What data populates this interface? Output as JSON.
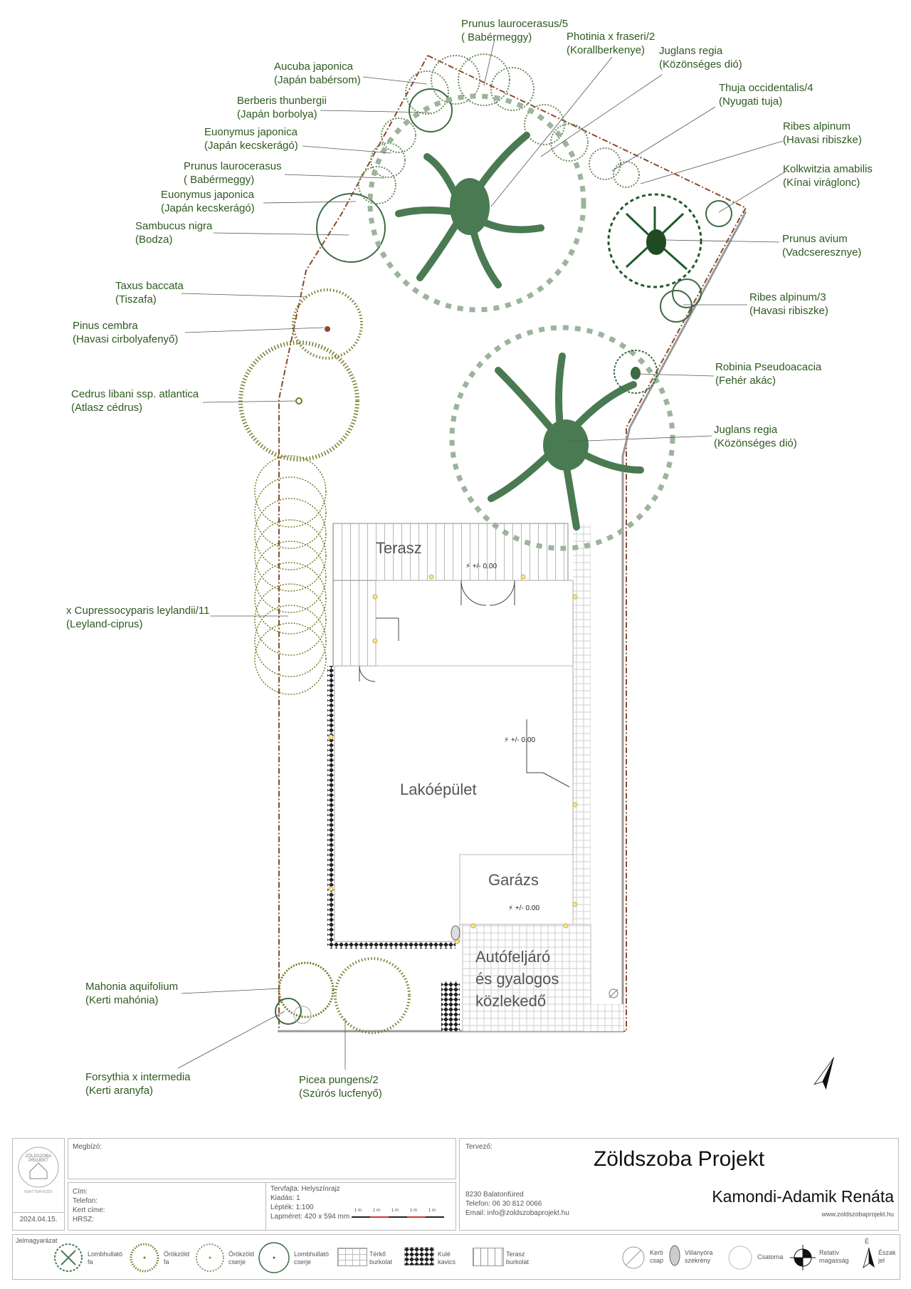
{
  "plants": [
    {
      "latin": "Prunus laurocerasus/5",
      "common": "( Babérmeggy)"
    },
    {
      "latin": "Photinia x fraseri/2",
      "common": "(Korallberkenye)"
    },
    {
      "latin": "Juglans regia",
      "common": "(Közönséges dió)"
    },
    {
      "latin": "Aucuba japonica",
      "common": "(Japán babérsom)"
    },
    {
      "latin": "Thuja occidentalis/4",
      "common": "(Nyugati tuja)"
    },
    {
      "latin": "Berberis thunbergii",
      "common": "(Japán borbolya)"
    },
    {
      "latin": "Ribes alpinum",
      "common": "(Havasi ribiszke)"
    },
    {
      "latin": "Euonymus japonica",
      "common": "(Japán kecskerágó)"
    },
    {
      "latin": "Kolkwitzia amabilis",
      "common": "(Kínai viráglonc)"
    },
    {
      "latin": "Prunus laurocerasus",
      "common": "( Babérmeggy)"
    },
    {
      "latin": "Euonymus japonica",
      "common": "(Japán kecskerágó)"
    },
    {
      "latin": "Sambucus nigra",
      "common": "(Bodza)"
    },
    {
      "latin": "Prunus avium",
      "common": "(Vadcseresznye)"
    },
    {
      "latin": "Taxus baccata",
      "common": "(Tiszafa)"
    },
    {
      "latin": "Ribes alpinum/3",
      "common": "(Havasi ribiszke)"
    },
    {
      "latin": "Pinus cembra",
      "common": "(Havasi cirbolyafenyő)"
    },
    {
      "latin": "Robinia Pseudoacacia",
      "common": "(Fehér akác)"
    },
    {
      "latin": "Cedrus libani ssp. atlantica",
      "common": "(Atlasz cédrus)"
    },
    {
      "latin": "Juglans regia",
      "common": "(Közönséges dió)"
    },
    {
      "latin": "x Cupressocyparis leylandii/11",
      "common": "(Leyland-ciprus)"
    },
    {
      "latin": "Mahonia aquifolium",
      "common": "(Kerti mahónia)"
    },
    {
      "latin": "Forsythia x intermedia",
      "common": "(Kerti aranyfa)"
    },
    {
      "latin": "Picea pungens/2",
      "common": "(Szúrós lucfenyő)"
    }
  ],
  "rooms": {
    "terrace": "Terasz",
    "house": "Lakóépület",
    "garage": "Garázs",
    "driveway_1": "Autófeljáró",
    "driveway_2": "és gyalogos",
    "driveway_3": "közlekedő"
  },
  "levels": {
    "terrace": "+/- 0.00",
    "house": "+/- 0.00",
    "garage": "+/- 0.00"
  },
  "colors": {
    "text": "#2d5a1f",
    "deciduous": "#4a7a52",
    "evergreen": "#7a7a2a",
    "boundary": "#8b4a2a"
  },
  "titleblock": {
    "logo_text": "ZÖLDSZOBA PROJEKT",
    "logo_sub": "KERTTERVEZÉS",
    "date": "2024.04.15.",
    "client_label": "Megbízó:",
    "client_fields": [
      "Cím:",
      "Telefon:",
      "Kert címe:",
      "HRSZ:"
    ],
    "plan_fields": [
      "Tervfajta: Helyszínrajz",
      "Kiadás: 1",
      "Lépték: 1:100",
      "Lapméret: 420 x 594 mm"
    ],
    "scale_marks": [
      "1 m",
      "1 m",
      "1 m",
      "1 m",
      "1 m"
    ],
    "designer_label": "Tervező:",
    "company": "Zöldszoba Projekt",
    "designer_name": "Kamondi-Adamik Renáta",
    "address": "8230 Balatonfüred",
    "phone": "Telefon: 06 30 812 0066",
    "email": "Email: info@zoldszobaprojekt.hu",
    "web": "www.zoldszobaprojekt.hu"
  },
  "legend": {
    "title": "Jelmagyarázat",
    "items": [
      {
        "l1": "Lombhullató",
        "l2": "fa",
        "icon": "deciduous-tree-icon"
      },
      {
        "l1": "Örökzöld",
        "l2": "fa",
        "icon": "evergreen-tree-icon"
      },
      {
        "l1": "Örökzöld",
        "l2": "cserje",
        "icon": "evergreen-shrub-icon"
      },
      {
        "l1": "Lombhullató",
        "l2": "cserje",
        "icon": "deciduous-shrub-icon"
      },
      {
        "l1": "Térkő",
        "l2": "burkolat",
        "icon": "paver-icon"
      },
      {
        "l1": "Kulé",
        "l2": "kavics",
        "icon": "gravel-icon"
      },
      {
        "l1": "Terasz",
        "l2": "burkolat",
        "icon": "deck-icon"
      },
      {
        "l1": "Kerti",
        "l2": "csap",
        "icon": "tap-icon"
      },
      {
        "l1": "Villanyóra",
        "l2": "szekrény",
        "icon": "meter-icon"
      },
      {
        "l1": "Csatorna",
        "l2": "",
        "icon": "drain-icon"
      },
      {
        "l1": "Relatív",
        "l2": "magasság",
        "icon": "level-icon"
      },
      {
        "l1": "Észak",
        "l2": "jel",
        "icon": "north-arrow-icon"
      }
    ],
    "north_letter": "É"
  }
}
